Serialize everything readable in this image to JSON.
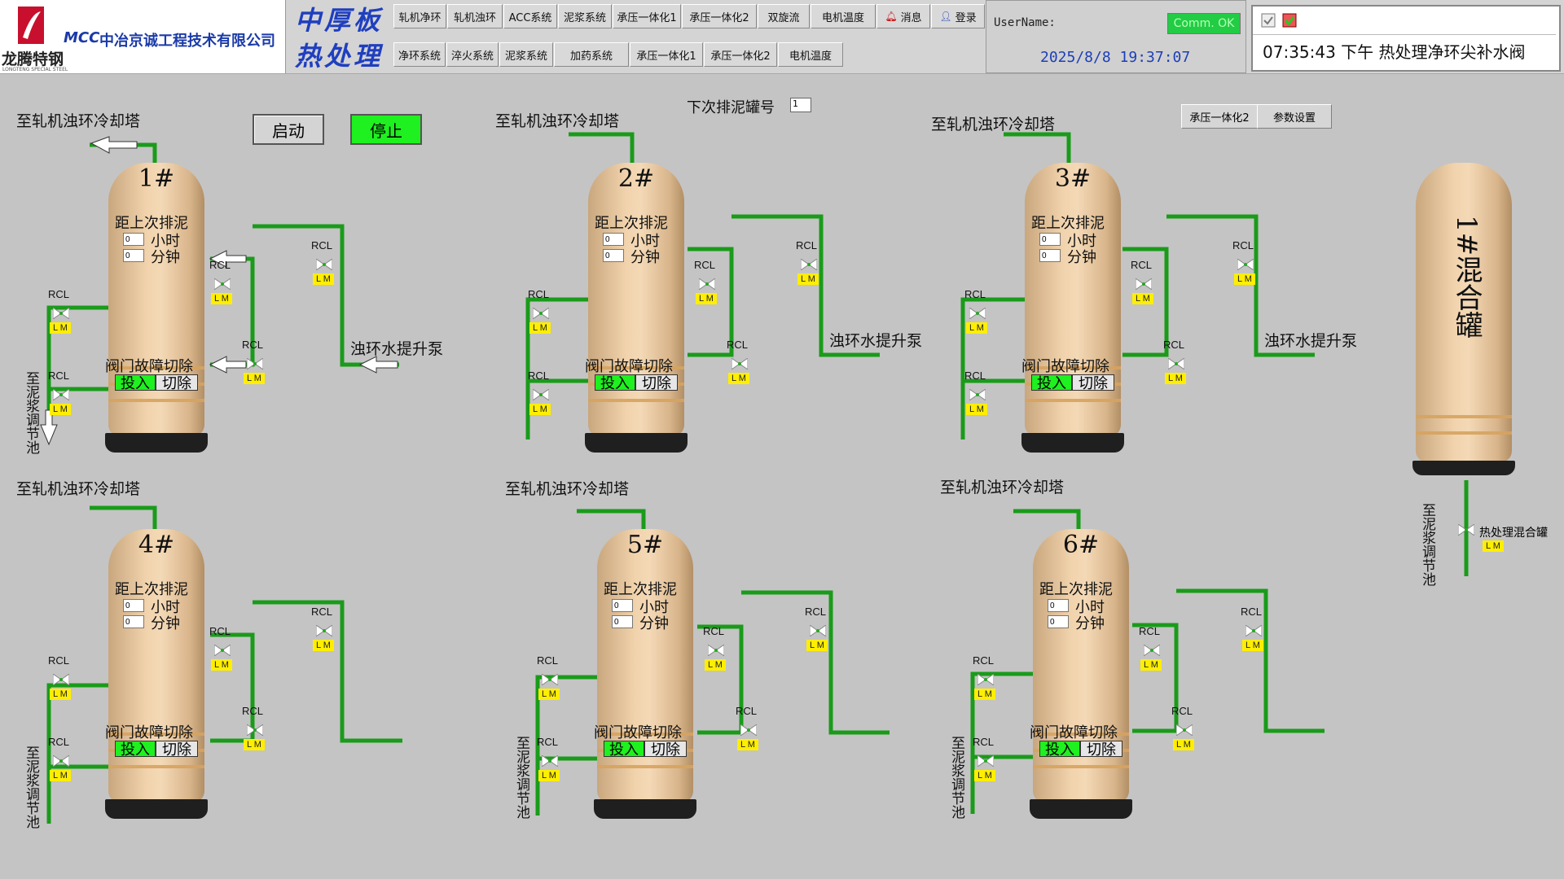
{
  "header": {
    "logo_text": "龙腾特钢",
    "logo_sub": "LONGTENG SPECIAL STEEL",
    "mcc": "MCC",
    "company": "中冶京诚工程技术有限公司",
    "title_top": "中厚板",
    "title_bottom": "热处理",
    "nav_row1": [
      "轧机净环",
      "轧机浊环",
      "ACC系统",
      "泥浆系统",
      "承压一体化1",
      "承压一体化2",
      "双旋流",
      "电机温度",
      "消息",
      "登录"
    ],
    "nav_row2": [
      "净环系统",
      "淬火系统",
      "泥浆系统",
      "加药系统",
      "承压一体化1",
      "承压一体化2",
      "电机温度"
    ],
    "username_label": "UserName:",
    "comm_status": "Comm. OK",
    "datetime": "2025/8/8 19:37:07",
    "alarm_text": "07:35:43 下午   热处理净环尖补水阀"
  },
  "controls": {
    "start": "启动",
    "stop": "停止",
    "next_tank_label": "下次排泥罐号",
    "next_tank_value": "1",
    "btn_cyti2": "承压一体化2",
    "btn_params": "参数设置"
  },
  "labels": {
    "to_cooling_tower": "至轧机浊环冷却塔",
    "lift_pump": "浊环水提升泵",
    "to_mud_pool": "至泥浆调节池",
    "since_discharge": "距上次排泥",
    "hours": "小时",
    "minutes": "分钟",
    "valve_fault": "阀门故障切除",
    "enable": "投入",
    "disable": "切除",
    "rcl": "RCL",
    "lm": "L M",
    "mix_tank": "1#混合罐",
    "heat_mix": "热处理混合罐"
  },
  "tanks": [
    {
      "name": "1#",
      "hours": "0",
      "minutes": "0"
    },
    {
      "name": "2#",
      "hours": "0",
      "minutes": "0"
    },
    {
      "name": "3#",
      "hours": "0",
      "minutes": "0"
    },
    {
      "name": "4#",
      "hours": "0",
      "minutes": "0"
    },
    {
      "name": "5#",
      "hours": "0",
      "minutes": "0"
    },
    {
      "name": "6#",
      "hours": "0",
      "minutes": "0"
    }
  ],
  "colors": {
    "pipe": "#1a9b1a",
    "on": "#1ff01f",
    "lm": "#ffee00",
    "title": "#1f3fbf"
  }
}
